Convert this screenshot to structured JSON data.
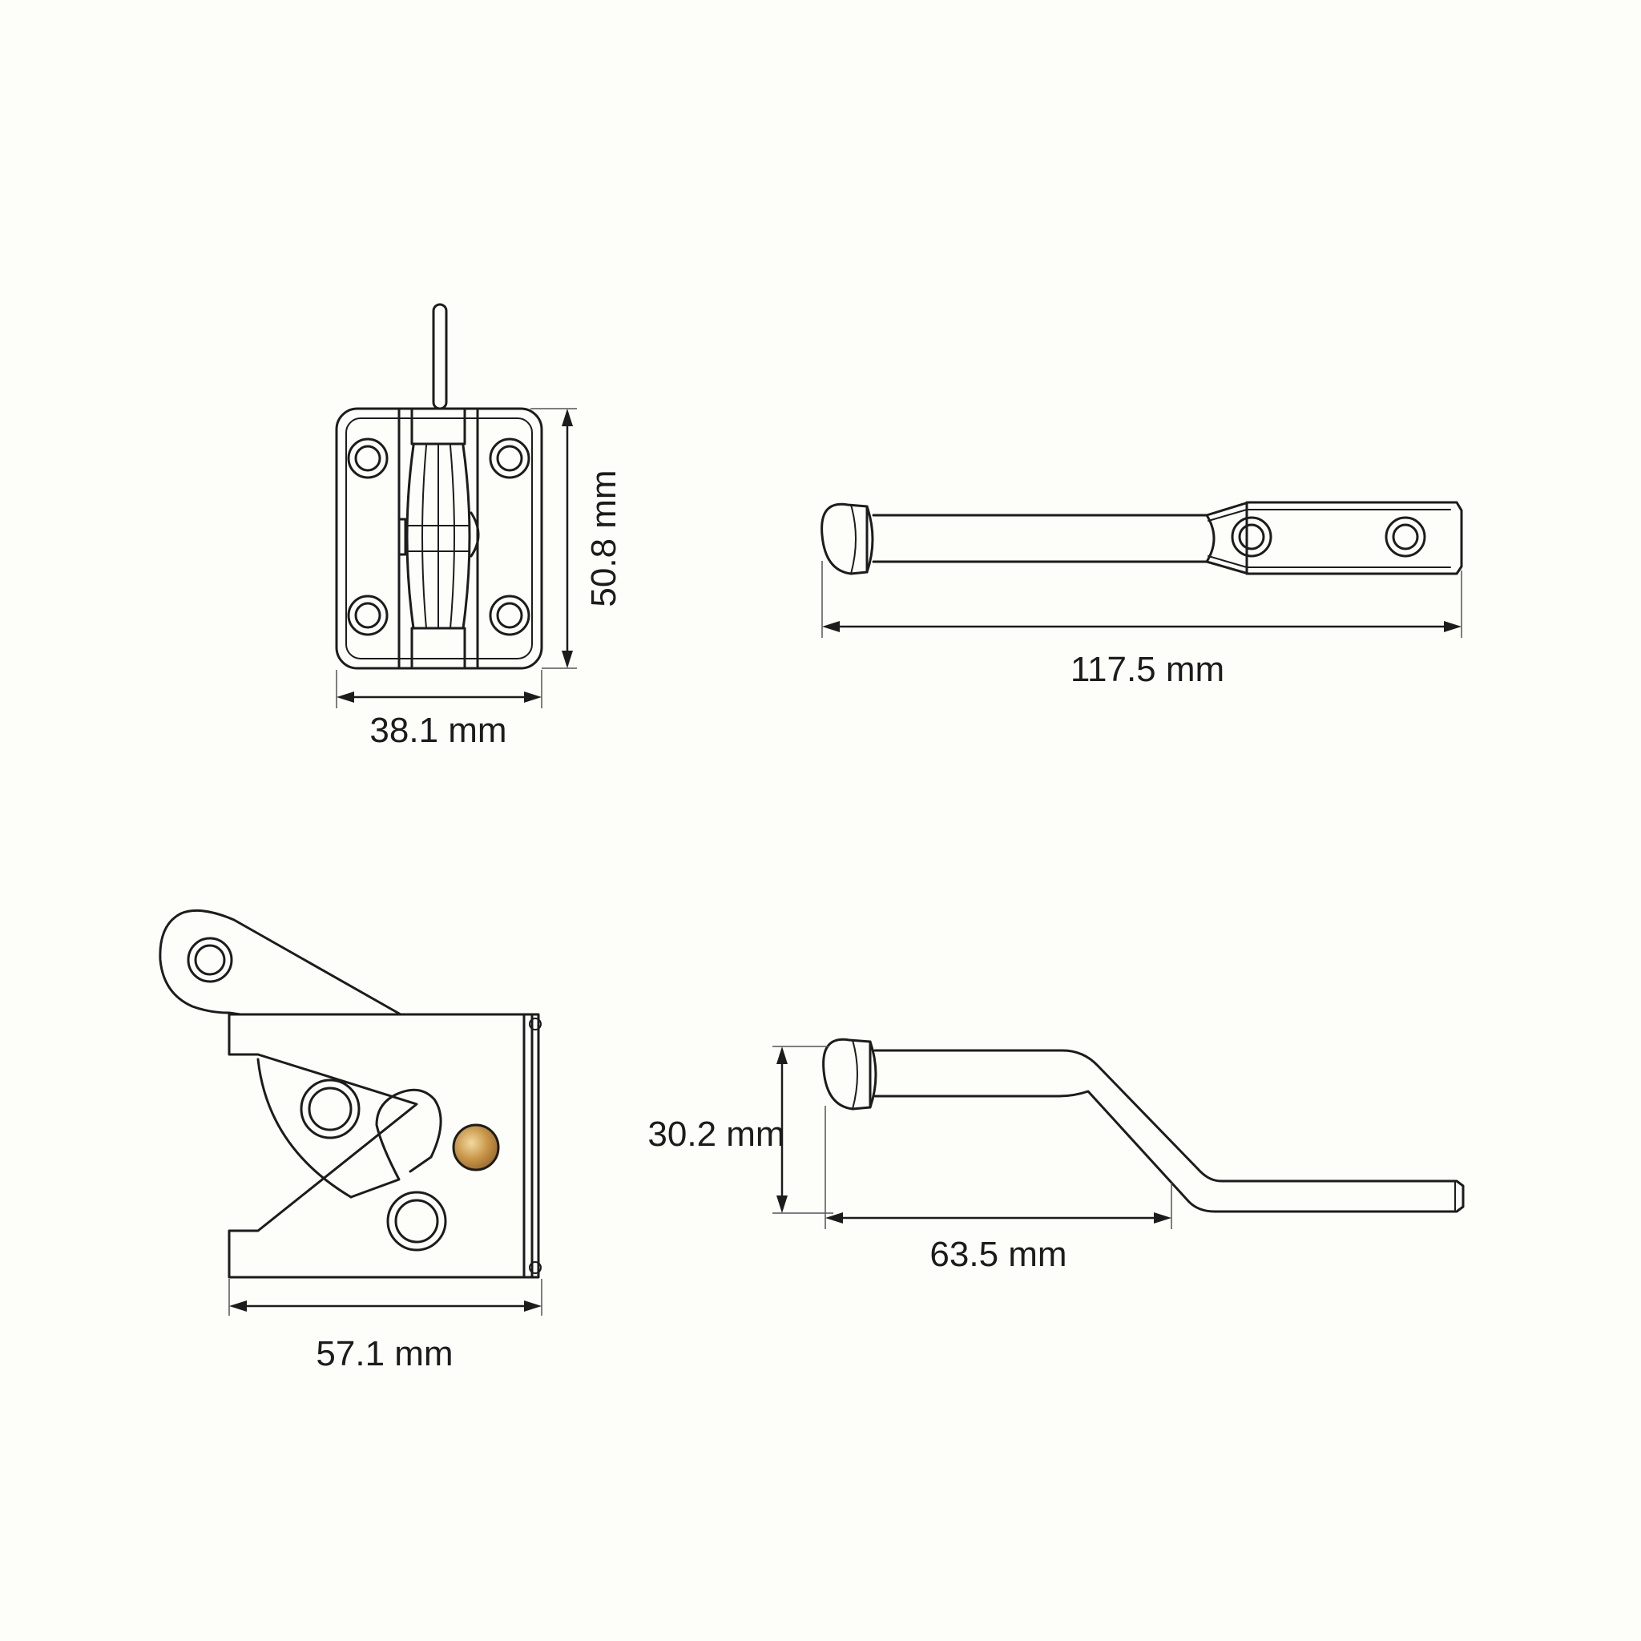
{
  "colors": {
    "background": "#fdfdf9",
    "line": "#1c1c1c",
    "brass_light": "#f2d9a0",
    "brass_dark": "#9a6a2a"
  },
  "dimensions": {
    "latch_front_height": "50.8 mm",
    "latch_front_width": "38.1 mm",
    "handle_top_length": "117.5 mm",
    "latch_side_width": "57.1 mm",
    "handle_side_height": "30.2 mm",
    "handle_side_offset": "63.5 mm"
  }
}
